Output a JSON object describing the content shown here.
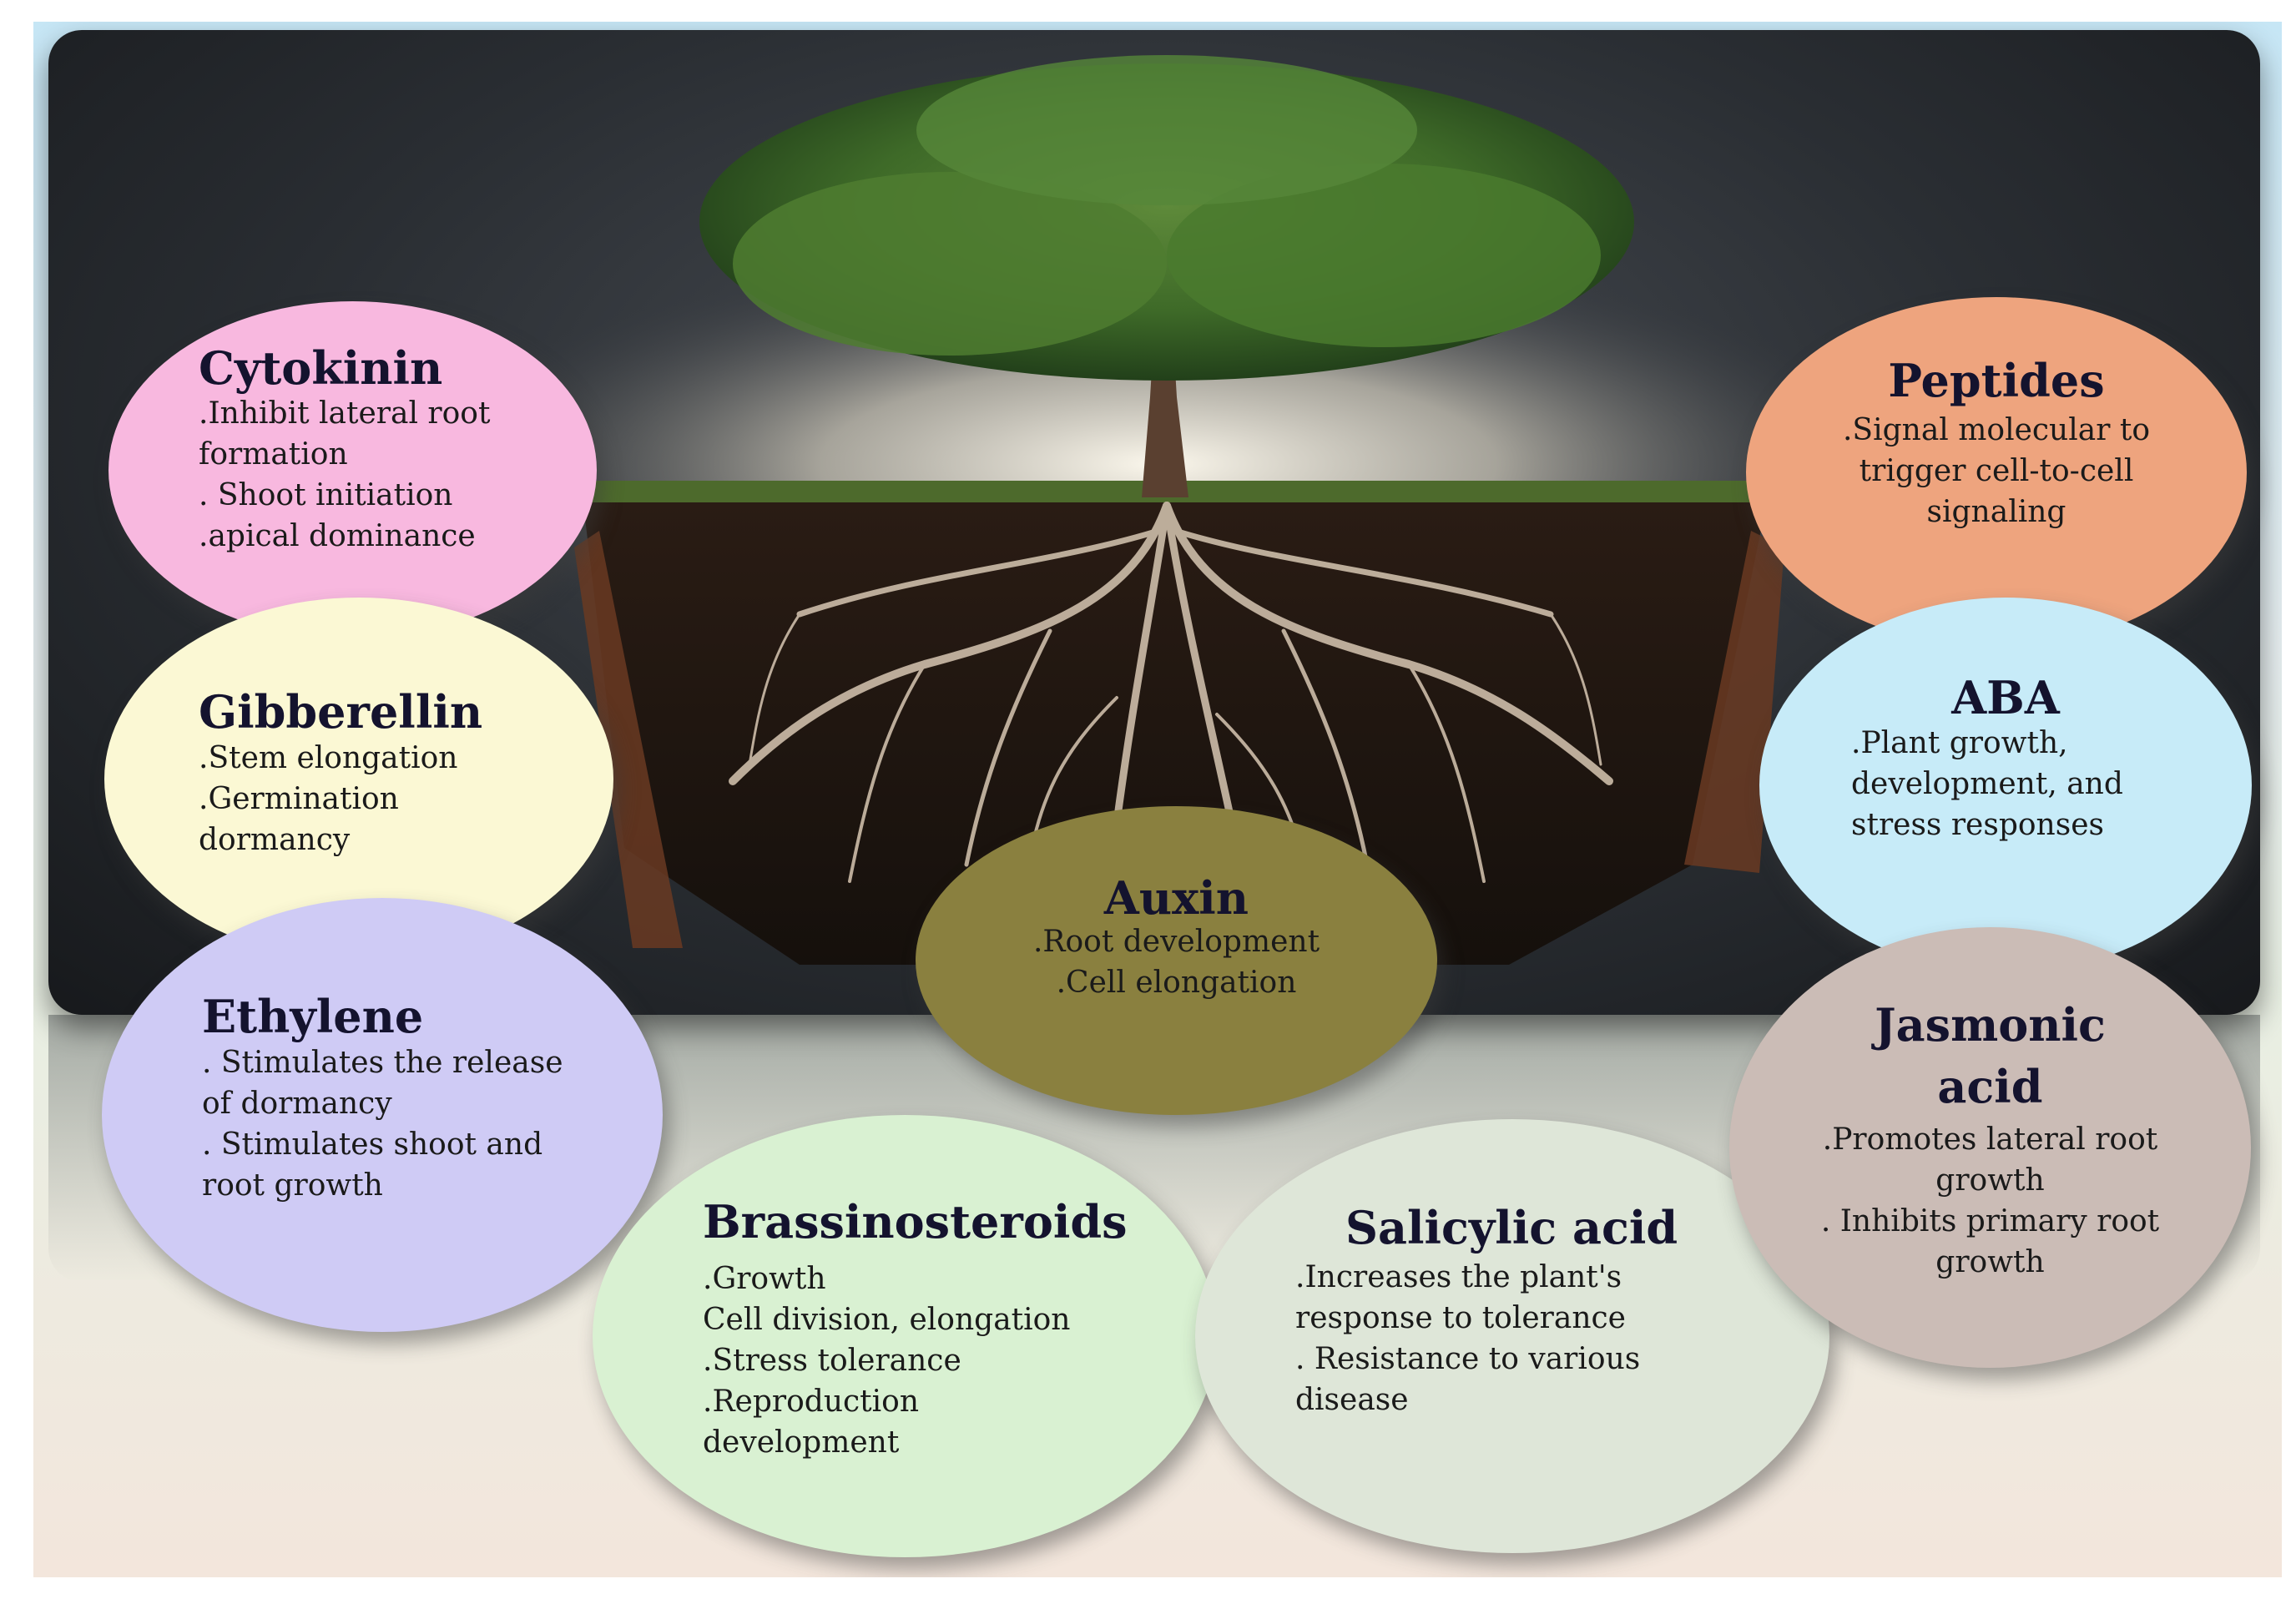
{
  "colors": {
    "cytokinin": "#f8b8df",
    "gibberellin": "#fbf8d4",
    "ethylene": "#cfcbf5",
    "auxin": "#8a803f",
    "brassinosteroids": "#d9f1d2",
    "salicylic": "#dee6d8",
    "peptides": "#eea47e",
    "aba": "#c7ebf8",
    "jasmonic": "#cbbcb6"
  },
  "hormones": {
    "cytokinin": {
      "title": "Cytokinin",
      "lines": [
        ".Inhibit lateral root",
        "formation",
        ". Shoot initiation",
        ".apical dominance"
      ]
    },
    "gibberellin": {
      "title": "Gibberellin",
      "lines": [
        ".Stem elongation",
        ".Germination",
        "dormancy"
      ]
    },
    "ethylene": {
      "title": "Ethylene",
      "lines": [
        ". Stimulates the release",
        "of dormancy",
        ". Stimulates shoot and",
        "root growth"
      ]
    },
    "auxin": {
      "title": "Auxin",
      "lines": [
        ".Root development",
        ".Cell elongation"
      ]
    },
    "brassinosteroids": {
      "title": "Brassinosteroids",
      "lines": [
        ".Growth",
        "Cell division, elongation",
        ".Stress tolerance",
        ".Reproduction",
        "development"
      ]
    },
    "salicylic": {
      "title": "Salicylic acid",
      "lines": [
        ".Increases the plant's",
        "response to tolerance",
        ". Resistance to various",
        "disease"
      ]
    },
    "peptides": {
      "title": "Peptides",
      "lines": [
        ".Signal molecular to",
        "trigger cell-to-cell",
        "signaling"
      ]
    },
    "aba": {
      "title": "ABA",
      "lines": [
        ".Plant growth,",
        "development, and",
        "stress responses"
      ]
    },
    "jasmonic": {
      "title_line1": "Jasmonic",
      "title_line2": "acid",
      "lines": [
        ".Promotes lateral root",
        "growth",
        ". Inhibits primary root",
        "growth"
      ]
    }
  }
}
